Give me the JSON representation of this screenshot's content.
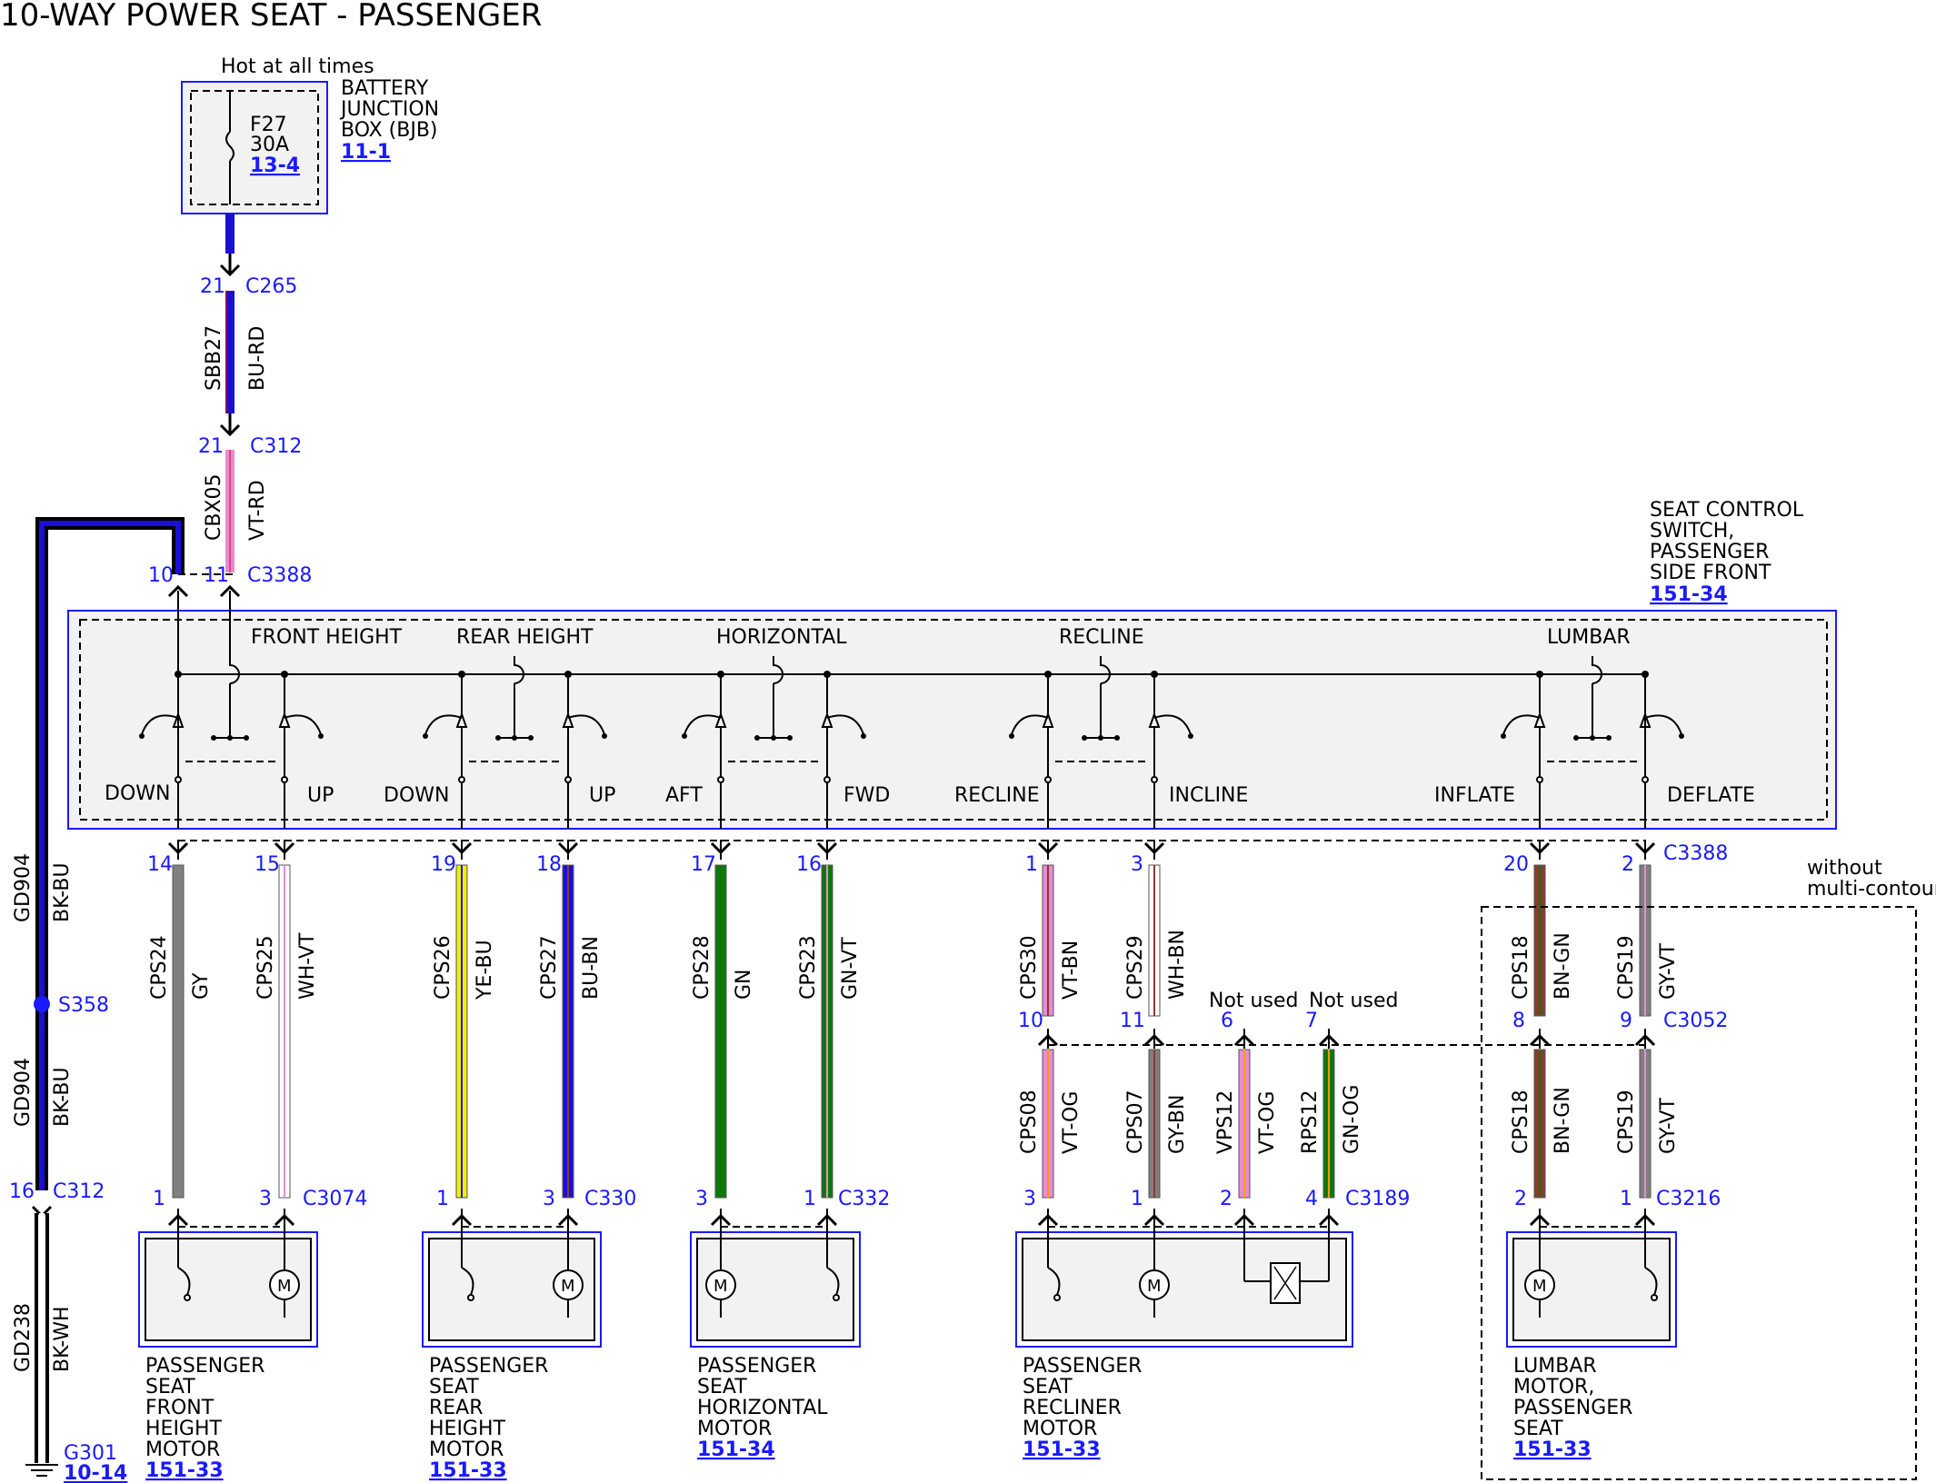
{
  "title": "10-WAY POWER SEAT - PASSENGER",
  "colors": {
    "blue_ref": "#1a1aff",
    "module_fill": "#f2f2f2",
    "module_border": "#1a1aff",
    "BK": "#000000",
    "BU": "#1a0fd6",
    "GY": "#808080",
    "WH": "#ffffff",
    "VT": "#ee82ee",
    "YE": "#f0f000",
    "GN": "#0a7a0a",
    "BN": "#8b3a2f",
    "OG": "#ff9900",
    "RD": "#e00000",
    "VTpink": "#e78bd6"
  },
  "battery_box": {
    "label": [
      "BATTERY",
      "JUNCTION",
      "BOX (BJB)"
    ],
    "ref": "11-1",
    "hot_label": "Hot at all times",
    "fuse_name": "F27",
    "fuse_rating": "30A",
    "fuse_ref": "13-4"
  },
  "feed": {
    "c265_pin": "21",
    "c265": "C265",
    "sbb27": "SBB27",
    "sbb27_color": "BU-RD",
    "c312_pin": "21",
    "c312": "C312",
    "cbx05": "CBX05",
    "cbx05_color": "VT-RD",
    "c3388_pin10": "10",
    "c3388_pin11": "11",
    "c3388": "C3388"
  },
  "switch": {
    "label": [
      "SEAT CONTROL",
      "SWITCH,",
      "PASSENGER",
      "SIDE FRONT"
    ],
    "ref": "151-34",
    "groups": [
      "FRONT HEIGHT",
      "REAR HEIGHT",
      "HORIZONTAL",
      "RECLINE",
      "LUMBAR"
    ],
    "positions": [
      "DOWN",
      "UP",
      "DOWN",
      "UP",
      "AFT",
      "FWD",
      "RECLINE",
      "INCLINE",
      "INFLATE",
      "DEFLATE"
    ],
    "bottom_connector": "C3388"
  },
  "ground": {
    "gd904": "GD904",
    "gd904_color": "BK-BU",
    "splice": "S358",
    "c312_pin": "16",
    "c312": "C312",
    "gd238": "GD238",
    "gd238_color": "BK-WH",
    "ground_name": "G301",
    "ground_ref": "10-14"
  },
  "circuits": [
    {
      "pin_top": "14",
      "circuit": "CPS24",
      "color": "GY"
    },
    {
      "pin_top": "15",
      "circuit": "CPS25",
      "color": "WH-VT"
    },
    {
      "pin_top": "19",
      "circuit": "CPS26",
      "color": "YE-BU"
    },
    {
      "pin_top": "18",
      "circuit": "CPS27",
      "color": "BU-BN"
    },
    {
      "pin_top": "17",
      "circuit": "CPS28",
      "color": "GN"
    },
    {
      "pin_top": "16",
      "circuit": "CPS23",
      "color": "GN-VT"
    },
    {
      "pin_top": "1",
      "circuit": "CPS30",
      "color": "VT-BN"
    },
    {
      "pin_top": "3",
      "circuit": "CPS29",
      "color": "WH-BN"
    },
    {
      "pin_top": "20",
      "circuit": "CPS18",
      "color": "BN-GN"
    },
    {
      "pin_top": "2",
      "circuit": "CPS19",
      "color": "GY-VT"
    }
  ],
  "c3052": {
    "connector": "C3052",
    "pins": [
      "10",
      "11",
      "6",
      "7",
      "8",
      "9"
    ],
    "not_used": "Not used",
    "without_label": [
      "without",
      "multi-contour"
    ]
  },
  "lower_circuits": [
    {
      "circuit": "CPS08",
      "color": "VT-OG",
      "pin": "3"
    },
    {
      "circuit": "CPS07",
      "color": "GY-BN",
      "pin": "1"
    },
    {
      "circuit": "VPS12",
      "color": "VT-OG",
      "pin": "2"
    },
    {
      "circuit": "RPS12",
      "color": "GN-OG",
      "pin": "4"
    },
    {
      "circuit": "CPS18",
      "color": "BN-GN",
      "pin": "2"
    },
    {
      "circuit": "CPS19",
      "color": "GY-VT",
      "pin": "1"
    }
  ],
  "motor_connectors": {
    "c3074": "C3074",
    "c3074_pins": [
      "1",
      "3"
    ],
    "c330": "C330",
    "c330_pins": [
      "1",
      "3"
    ],
    "c332": "C332",
    "c332_pins": [
      "3",
      "1"
    ],
    "c3189": "C3189",
    "c3216": "C3216"
  },
  "motors": [
    {
      "label": [
        "PASSENGER",
        "SEAT",
        "FRONT",
        "HEIGHT",
        "MOTOR"
      ],
      "ref": "151-33"
    },
    {
      "label": [
        "PASSENGER",
        "SEAT",
        "REAR",
        "HEIGHT",
        "MOTOR"
      ],
      "ref": "151-33"
    },
    {
      "label": [
        "PASSENGER",
        "SEAT",
        "HORIZONTAL",
        "MOTOR"
      ],
      "ref": "151-34"
    },
    {
      "label": [
        "PASSENGER",
        "SEAT",
        "RECLINER",
        "MOTOR"
      ],
      "ref": "151-33"
    },
    {
      "label": [
        "LUMBAR",
        "MOTOR,",
        "PASSENGER",
        "SEAT"
      ],
      "ref": "151-33"
    }
  ]
}
